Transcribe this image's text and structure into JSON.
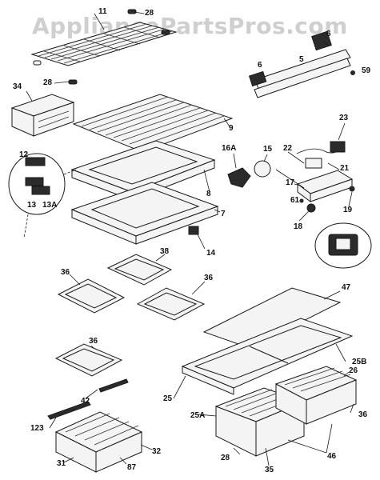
{
  "watermark": "AppliancePartsPros.com",
  "callouts": [
    {
      "id": "c11",
      "text": "11"
    },
    {
      "id": "c28a",
      "text": "28"
    },
    {
      "id": "c28b",
      "text": "28"
    },
    {
      "id": "c6a",
      "text": "6"
    },
    {
      "id": "c5",
      "text": "5"
    },
    {
      "id": "c6b",
      "text": "6"
    },
    {
      "id": "c59",
      "text": "59"
    },
    {
      "id": "c34",
      "text": "34"
    },
    {
      "id": "c9",
      "text": "9"
    },
    {
      "id": "c23",
      "text": "23"
    },
    {
      "id": "c16a",
      "text": "16A"
    },
    {
      "id": "c15",
      "text": "15"
    },
    {
      "id": "c22",
      "text": "22"
    },
    {
      "id": "c21",
      "text": "21"
    },
    {
      "id": "c12",
      "text": "12"
    },
    {
      "id": "c13",
      "text": "13"
    },
    {
      "id": "c13a",
      "text": "13A"
    },
    {
      "id": "c8",
      "text": "8"
    },
    {
      "id": "c17",
      "text": "17"
    },
    {
      "id": "c61",
      "text": "61"
    },
    {
      "id": "c19",
      "text": "19"
    },
    {
      "id": "c7",
      "text": "7"
    },
    {
      "id": "c18",
      "text": "18"
    },
    {
      "id": "c14",
      "text": "14"
    },
    {
      "id": "c38",
      "text": "38"
    },
    {
      "id": "c36a",
      "text": "36"
    },
    {
      "id": "c36b",
      "text": "36"
    },
    {
      "id": "c47",
      "text": "47"
    },
    {
      "id": "c36c",
      "text": "36"
    },
    {
      "id": "c25b",
      "text": "25B"
    },
    {
      "id": "c26",
      "text": "26"
    },
    {
      "id": "c25",
      "text": "25"
    },
    {
      "id": "c42",
      "text": "42"
    },
    {
      "id": "c36d",
      "text": "36"
    },
    {
      "id": "c123",
      "text": "123"
    },
    {
      "id": "c25a",
      "text": "25A"
    },
    {
      "id": "c32",
      "text": "32"
    },
    {
      "id": "c28c",
      "text": "28"
    },
    {
      "id": "c35",
      "text": "35"
    },
    {
      "id": "c46",
      "text": "46"
    },
    {
      "id": "c31",
      "text": "31"
    },
    {
      "id": "c87",
      "text": "87"
    }
  ]
}
